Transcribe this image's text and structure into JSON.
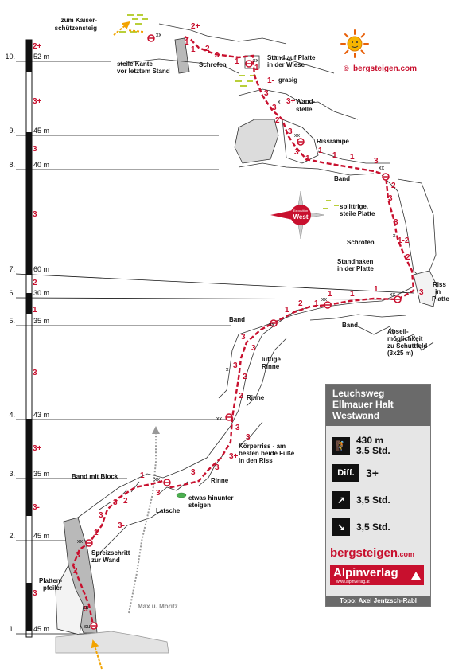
{
  "info": {
    "title_lines": [
      "Leuchsweg",
      "Ellmauer Halt",
      "Westwand"
    ],
    "length": "430 m",
    "time_climb": "3,5 Std.",
    "diff_label": "Diff.",
    "difficulty": "3+",
    "time_approach": "3,5 Std.",
    "time_descent": "3,5 Std.",
    "logo_bergsteigen": "bergsteigen",
    "logo_bergsteigen_suffix": ".com",
    "logo_alpinverlag": "Alpinverlag",
    "logo_alpinverlag_sub": "www.alpinverlag.at",
    "credit": "Topo: Axel Jentzsch-Rabl"
  },
  "branding": {
    "copyright": "©",
    "site": "bergsteigen.com",
    "sun_icon": "sun-icon"
  },
  "compass": {
    "direction": "West",
    "caption": "Exposition"
  },
  "pitches": [
    {
      "number": "1.",
      "length": "45 m"
    },
    {
      "number": "2.",
      "length": "45 m"
    },
    {
      "number": "3.",
      "length": "35 m"
    },
    {
      "number": "4.",
      "length": "43 m"
    },
    {
      "number": "5.",
      "length": "35 m"
    },
    {
      "number": "6.",
      "length": "30 m"
    },
    {
      "number": "7.",
      "length": "60 m"
    },
    {
      "number": "8.",
      "length": "40 m"
    },
    {
      "number": "9.",
      "length": "45 m"
    },
    {
      "number": "10.",
      "length": "52 m"
    }
  ],
  "left_grades": [
    "3",
    "3-",
    "3+",
    "3",
    "1",
    "2",
    "3",
    "3",
    "3+",
    "2+"
  ],
  "labels": {
    "kaiserschuetzensteig": [
      "zum Kaiser-",
      "schützensteig"
    ],
    "steile_kante": [
      "steile Kante",
      "vor letztem Stand"
    ],
    "schrofen_top": "Schrofen",
    "stand_auf_platte": [
      "Stand auf Platte",
      "in der Wiese"
    ],
    "grasig": "grasig",
    "wandstelle": [
      "Wand-",
      "stelle"
    ],
    "rissrampe": "Rissrampe",
    "band_upper": "Band",
    "splittrige": [
      "splittrige,",
      "steile Platte"
    ],
    "schrofen_mid": "Schrofen",
    "standhaken": [
      "Standhaken",
      "in der Platte"
    ],
    "riss_in_platte": [
      "Riss",
      "in",
      "Platte"
    ],
    "band_mid_left": "Band",
    "band_mid_right": "Band",
    "abseil": [
      "Abseil-",
      "möglichkeit",
      "zu Schuttfeld",
      "(3x25 m)"
    ],
    "luftige_rinne": [
      "luftige",
      "Rinne"
    ],
    "rinne": "Rinne",
    "koerperriss": [
      "Körperriss - am",
      "besten beide Füße",
      "in den Riss"
    ],
    "rinne_low": "Rinne",
    "etwas_hinunter": [
      "etwas hinunter",
      "steigen"
    ],
    "latsche": "Latsche",
    "band_mit_block": "Band mit Block",
    "spreizschritt": [
      "Spreizschritt",
      "zur Wand"
    ],
    "plattenpfeiler": [
      "Platten-",
      "pfeiler"
    ],
    "max_moritz": "Max u. Moritz",
    "su": "su",
    "xx": "xx",
    "x": "x"
  },
  "route_grades": [
    "3",
    "2",
    "3",
    "1",
    "3",
    "3",
    "3-",
    "2",
    "1",
    "3",
    "3",
    "3",
    "3+",
    "3",
    "3",
    "2",
    "2",
    "3",
    "3",
    "3",
    "1",
    "2",
    "1",
    "1",
    "1",
    "1",
    "3",
    "2",
    "1-2",
    "3",
    "3",
    "2",
    "3",
    "1",
    "1",
    "1",
    "1",
    "3",
    "3",
    "2",
    "3",
    "3",
    "3+",
    "1-",
    "1",
    "1",
    "3",
    "2",
    "1",
    "1",
    "2+"
  ]
}
